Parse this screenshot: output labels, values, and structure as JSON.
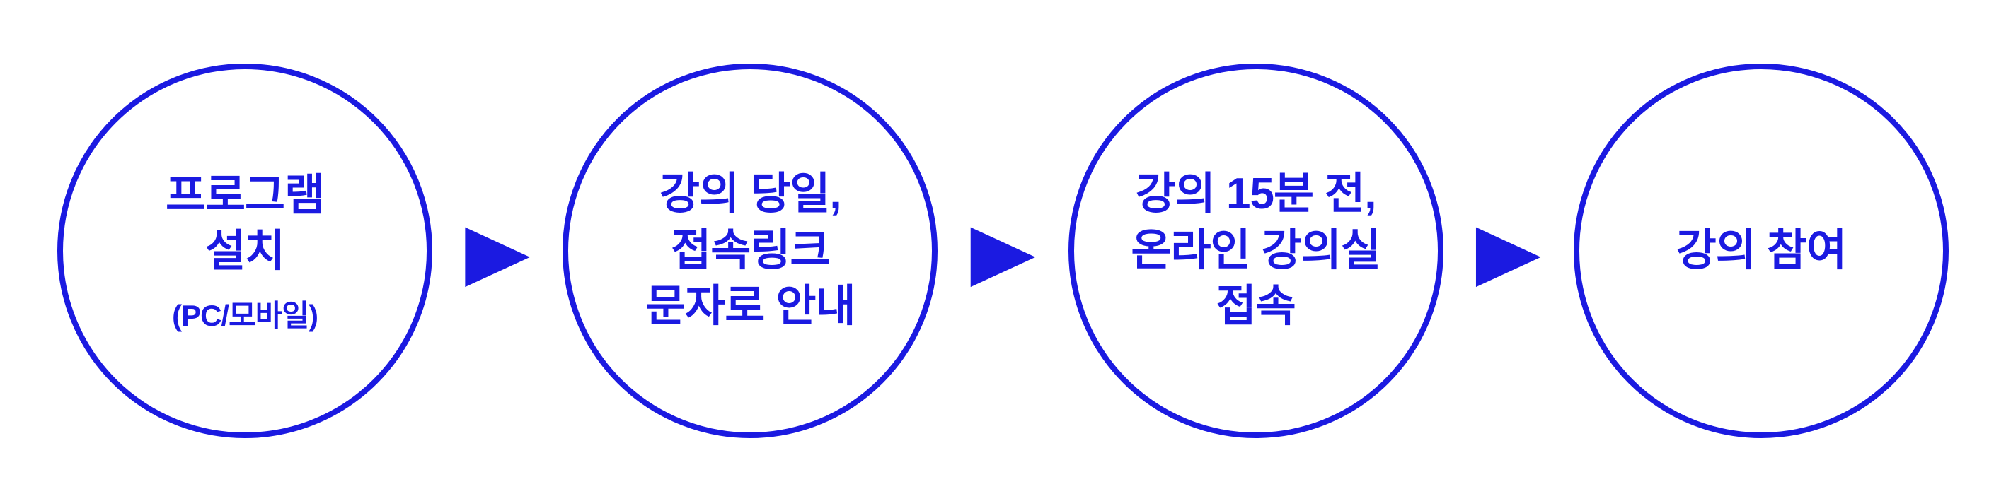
{
  "colors": {
    "accent": "#1b1ae1",
    "background": "#ffffff"
  },
  "arrow": {
    "glyph": "▶"
  },
  "steps": [
    {
      "text": "프로그램\n설치",
      "subtext": "(PC/모바일)"
    },
    {
      "text": "강의 당일,\n접속링크\n문자로 안내",
      "subtext": ""
    },
    {
      "text": "강의 15분 전,\n온라인 강의실\n접속",
      "subtext": ""
    },
    {
      "text": "강의 참여",
      "subtext": ""
    }
  ]
}
